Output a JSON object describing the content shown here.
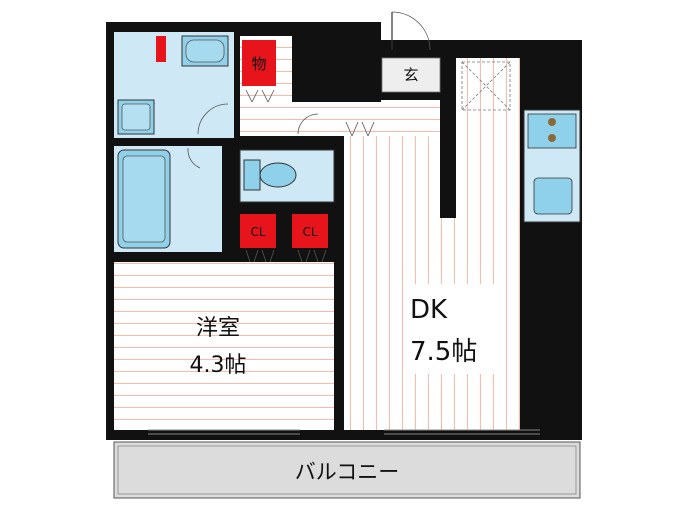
{
  "rooms": {
    "western_room": {
      "name": "洋室",
      "size": "4.3帖"
    },
    "dining_kitchen": {
      "name": "DK",
      "size": "7.5帖"
    },
    "entrance": "玄",
    "balcony": "バルコニー"
  },
  "storage": {
    "mono": "物",
    "closet": "CL"
  },
  "colors": {
    "wall": "#111111",
    "wet_area": "#cfe8f6",
    "fixture": "#8fd0ea",
    "storage": "#e8141c",
    "floor_stripe": "#f2c8b8",
    "balcony": "#dcdcdc"
  }
}
